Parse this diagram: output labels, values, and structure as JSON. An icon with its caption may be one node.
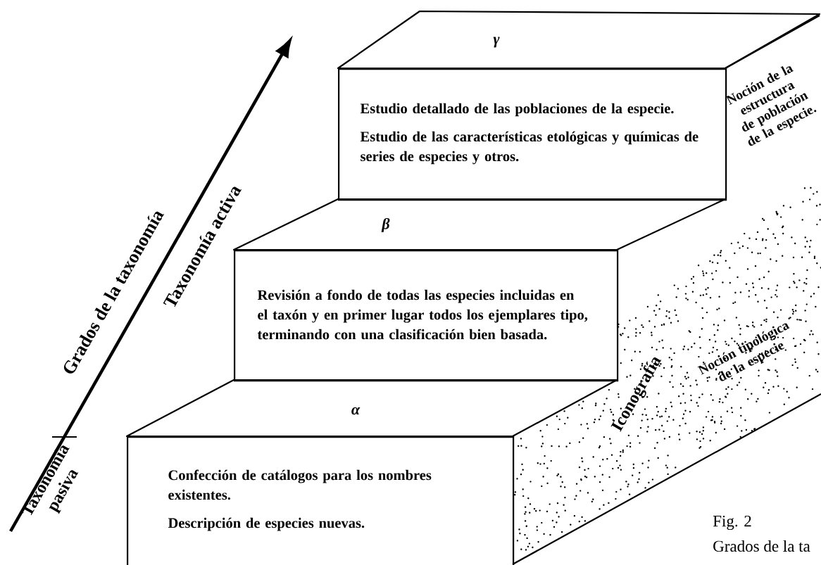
{
  "diagram": {
    "nodes": [
      {
        "text": [
          "γ"
        ]
      },
      {
        "text": [
          "Estudio detallado de las poblaciones de la especie.",
          "Estudio de las características etológicas y químicas de series de especies y otros."
        ]
      },
      {
        "text": [
          "β"
        ]
      },
      {
        "text": [
          "Revisión a fondo de todas las especies incluidas en el taxón y en primer lugar todos los ejemplares tipo, terminando con una clasificación bien basada."
        ]
      },
      {
        "text": [
          "α"
        ]
      },
      {
        "text": [
          "Confección de catálogos para los nombres existentes.",
          "Descripción de especies nuevas."
        ]
      }
    ],
    "labels": [
      "Grados de la taxonomía",
      "Taxonomía activa",
      "Taxonomía pasiva",
      "Noción de la estructura de población de la especie.",
      "Iconografía",
      "Noción tipológica de la especie",
      "Fig. 2",
      "Grados de la ta"
    ]
  }
}
